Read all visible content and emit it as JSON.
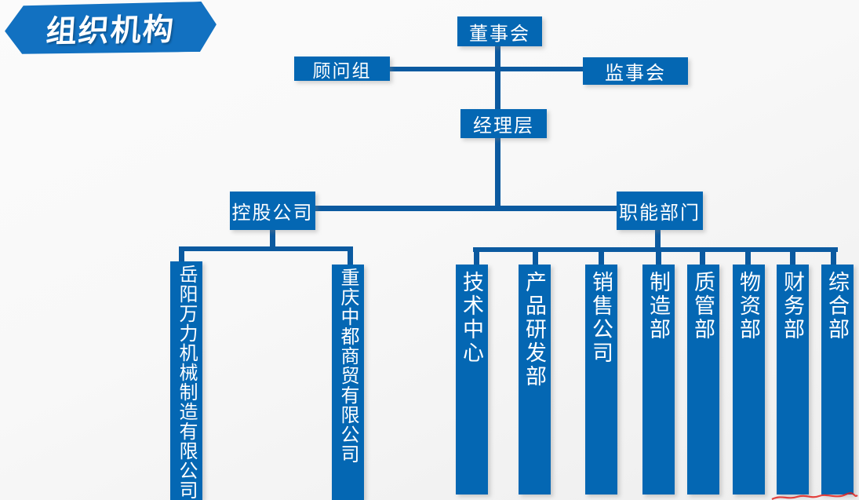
{
  "title": "组织机构",
  "org": {
    "board": "董事会",
    "advisory_group": "顾问组",
    "supervisory_board": "监事会",
    "management_level": "经理层",
    "holding_company": "控股公司",
    "functional_departments": "职能部门",
    "subsidiaries": [
      "岳阳万力机械制造有限公司",
      "重庆中都商贸有限公司"
    ],
    "departments": [
      "技术中心",
      "产品研发部",
      "销售公司",
      "制造部",
      "质管部",
      "物资部",
      "财务部",
      "综合部"
    ]
  },
  "colors": {
    "banner_blue": "#1271c1",
    "box_blue": "#0467b3",
    "line_blue": "#0b5aa0",
    "text_white": "#ffffff",
    "watermark_red": "#e02421"
  }
}
